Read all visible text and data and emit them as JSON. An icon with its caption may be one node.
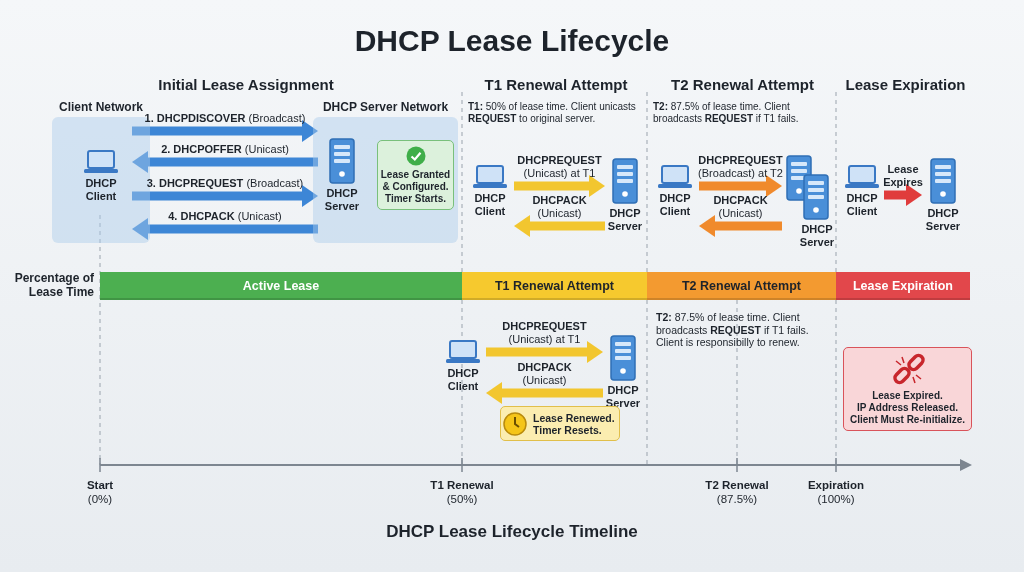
{
  "diagram": {
    "title": "DHCP Lease Lifecycle",
    "caption": "DHCP Lease Lifecycle Timeline",
    "nodes": [
      {
        "text": [
          "Client Network"
        ]
      },
      {
        "text": [
          "DHCP Client"
        ],
        "in": 0
      },
      {
        "text": [
          "DHCP Server Network"
        ]
      },
      {
        "text": [
          "DHCP Server"
        ],
        "in": 2
      },
      {
        "text": [
          "Lease Granted & Configured. Timer Starts."
        ],
        "in": 2
      },
      {
        "text": [
          "DHCP Client"
        ]
      },
      {
        "text": [
          "DHCP Server"
        ]
      },
      {
        "text": [
          "DHCP Client"
        ]
      },
      {
        "text": [
          "DHCP Server"
        ]
      },
      {
        "text": [
          "DHCP Client"
        ]
      },
      {
        "text": [
          "DHCP Server"
        ]
      },
      {
        "text": [
          "Active Lease"
        ]
      },
      {
        "text": [
          "T1 Renewal Attempt"
        ]
      },
      {
        "text": [
          "T2 Renewal Attempt"
        ]
      },
      {
        "text": [
          "Lease Expiration"
        ]
      },
      {
        "text": [
          "DHCP Client"
        ]
      },
      {
        "text": [
          "DHCP Server"
        ]
      },
      {
        "text": [
          "Lease Renewed. Timer Resets."
        ]
      },
      {
        "text": [
          "Lease Expired. IP Address Released. Client Must Re-initialize."
        ]
      }
    ],
    "edges": [
      {
        "from": 1,
        "to": 3,
        "arrow": "to",
        "label": "**1. DHCPDISCOVER** (Broadcast)"
      },
      {
        "from": 3,
        "to": 1,
        "arrow": "to",
        "label": "**2. DHCPOFFER** (Unicast)"
      },
      {
        "from": 1,
        "to": 3,
        "arrow": "to",
        "label": "**3. DHCPREQUEST** (Broadcast)"
      },
      {
        "from": 3,
        "to": 1,
        "arrow": "to",
        "label": "**4. DHCPACK** (Unicast)"
      },
      {
        "from": 5,
        "to": 6,
        "arrow": "to",
        "label": "**DHCPREQUEST** (Unicast) at T1",
        "color": "#f2c62f"
      },
      {
        "from": 6,
        "to": 5,
        "arrow": "to",
        "label": "**DHCPACK** (Unicast)",
        "color": "#f2c62f"
      },
      {
        "from": 7,
        "to": 8,
        "arrow": "to",
        "label": "**DHCPREQUEST** (Broadcast) at T2",
        "color": "#f08a2c"
      },
      {
        "from": 8,
        "to": 7,
        "arrow": "to",
        "label": "**DHCPACK** (Unicast)",
        "color": "#f08a2c"
      },
      {
        "from": 9,
        "to": 10,
        "arrow": "to",
        "label": "**Lease Expires**",
        "color": "#e03c3c"
      },
      {
        "from": 15,
        "to": 16,
        "arrow": "to",
        "label": "**DHCPREQUEST** (Unicast) at T1",
        "color": "#f2c62f"
      },
      {
        "from": 16,
        "to": 15,
        "arrow": "to",
        "label": "**DHCPACK** (Unicast)",
        "color": "#f2c62f"
      }
    ],
    "labels": [
      "Initial Lease Assignment",
      "T1 Renewal Attempt",
      "T2 Renewal Attempt",
      "Lease Expiration",
      "**T1:** 50% of lease time. Client unicasts **REQUEST** to original server.",
      "**T2:** 87.5% of lease time. Client broadcasts **REQUEST** if T1 fails.",
      "Percentage of Lease Time",
      "**T2:** 87.5% of lease time. Client broadcasts **REQUEST** if T1 fails. Client is responsibilly to renew.",
      "**Start** (0%)",
      "**T1 Renewal** (50%)",
      "**T2 Renewal** (87.5%)",
      "**Expiration** (100%)"
    ]
  }
}
